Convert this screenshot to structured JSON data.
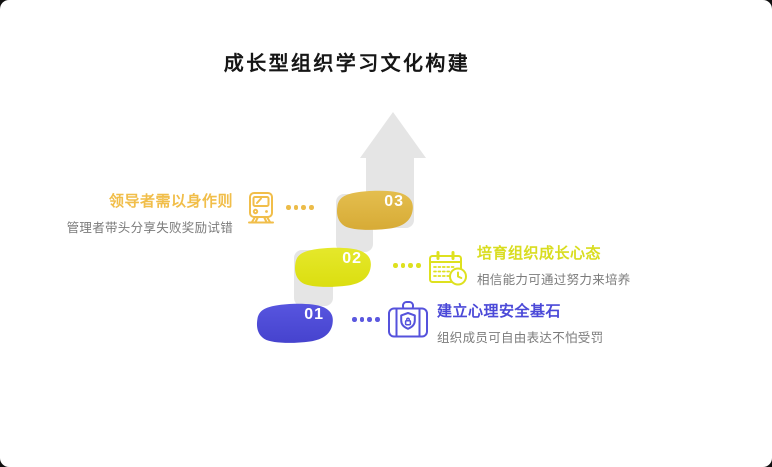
{
  "page": {
    "title": "成长型组织学习文化构建",
    "background": "#FFFFFF"
  },
  "arrow": {
    "direction": "up",
    "color": "#E5E5E5"
  },
  "colors": {
    "gold_accent": "#F1BE4A",
    "gold_chip": "#DDB23F",
    "lime_accent": "#D9DD20",
    "lime_chip": "#E0E31C",
    "blue_accent": "#4B49D8",
    "blue_chip": "#4F4BDA",
    "subtitle_gray": "#7B7B7B",
    "title_black": "#161616"
  },
  "steps": [
    {
      "number": "01",
      "title": "建立心理安全基石",
      "subtitle": "组织成员可自由表达不怕受罚",
      "icon": "briefcase-shield-icon",
      "chip_color": "#4F4BDA",
      "side": "right"
    },
    {
      "number": "02",
      "title": "培育组织成长心态",
      "subtitle": "相信能力可通过努力来培养",
      "icon": "calendar-clock-icon",
      "chip_color": "#E0E31C",
      "side": "right"
    },
    {
      "number": "03",
      "title": "领导者需以身作则",
      "subtitle": "管理者带头分享失败奖励试错",
      "icon": "train-icon",
      "chip_color": "#DDB23F",
      "side": "left"
    }
  ]
}
